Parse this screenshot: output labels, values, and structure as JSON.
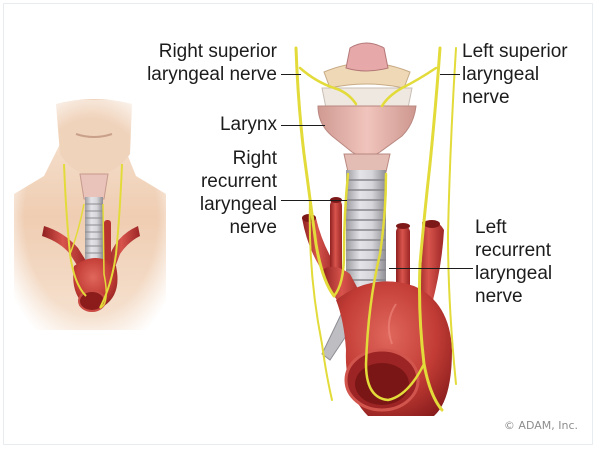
{
  "labels": {
    "right_superior_l1": "Right superior",
    "right_superior_l2": "laryngeal nerve",
    "larynx": "Larynx",
    "right_recurrent_l1": "Right",
    "right_recurrent_l2": "recurrent",
    "right_recurrent_l3": "laryngeal",
    "right_recurrent_l4": "nerve",
    "left_superior_l1": "Left superior",
    "left_superior_l2": "laryngeal",
    "left_superior_l3": "nerve",
    "left_recurrent_l1": "Left",
    "left_recurrent_l2": "recurrent",
    "left_recurrent_l3": "laryngeal",
    "left_recurrent_l4": "nerve"
  },
  "copyright": "© ADAM, Inc.",
  "colors": {
    "nerve": "#e2db3a",
    "artery": "#c9403b",
    "artery_dark": "#8e1f1f",
    "trachea": "#c8c8cc",
    "skin": "#f1d2b8",
    "larynx": "#e4b4ac"
  }
}
